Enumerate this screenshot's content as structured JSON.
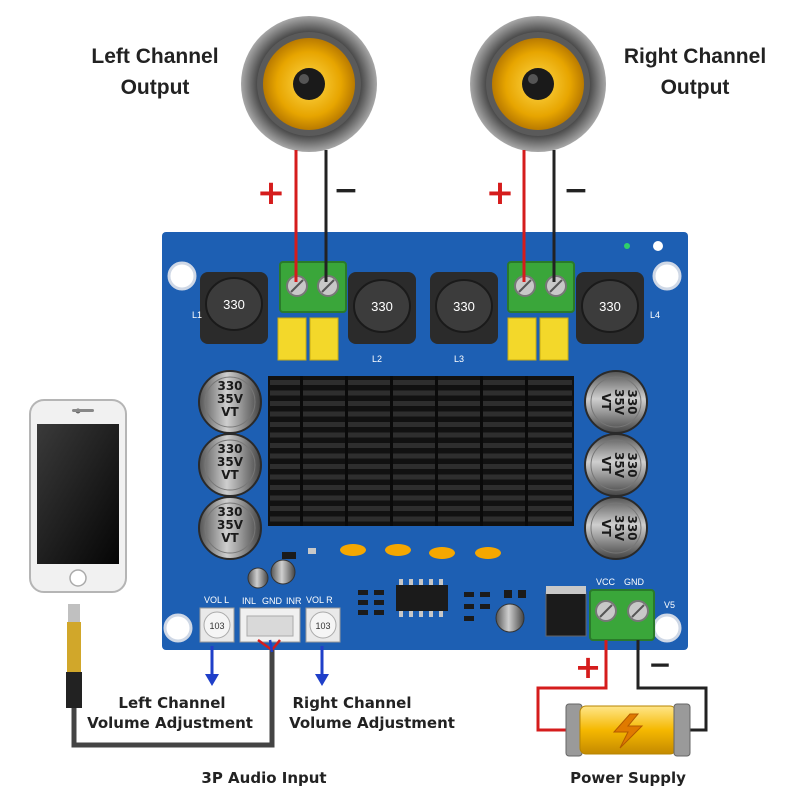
{
  "labels": {
    "left_output": [
      "Left Channel",
      "Output"
    ],
    "right_output": [
      "Right Channel",
      "Output"
    ],
    "left_volume": [
      "Left Channel",
      "Volume Adjustment"
    ],
    "right_volume": [
      "Right Channel",
      "Volume Adjustment"
    ],
    "audio_input": "3P Audio Input",
    "power_supply": "Power Supply"
  },
  "polarity": {
    "plus": "+",
    "minus": "−"
  },
  "capacitor_text": [
    "330",
    "35V",
    "VT"
  ],
  "inductor_text": "330",
  "silkscreen": {
    "input_pins": [
      "INL",
      "GND",
      "INR"
    ],
    "vol_l": "VOL L",
    "vol_r": "VOL R",
    "pot_l": "103",
    "pot_r": "103",
    "vcc": "VCC",
    "gnd": "GND",
    "v5": "V5",
    "l1": "L1",
    "l2": "L2",
    "l3": "L3",
    "l4": "L4"
  },
  "colors": {
    "pcb": "#1d5fb3",
    "wire_red": "#d51c1c",
    "wire_black": "#222222",
    "arrow_blue": "#1f3fc9",
    "terminal_green": "#3aa63a",
    "speaker_yellow": "#f2b600",
    "battery_yellow": "#f5b800"
  }
}
